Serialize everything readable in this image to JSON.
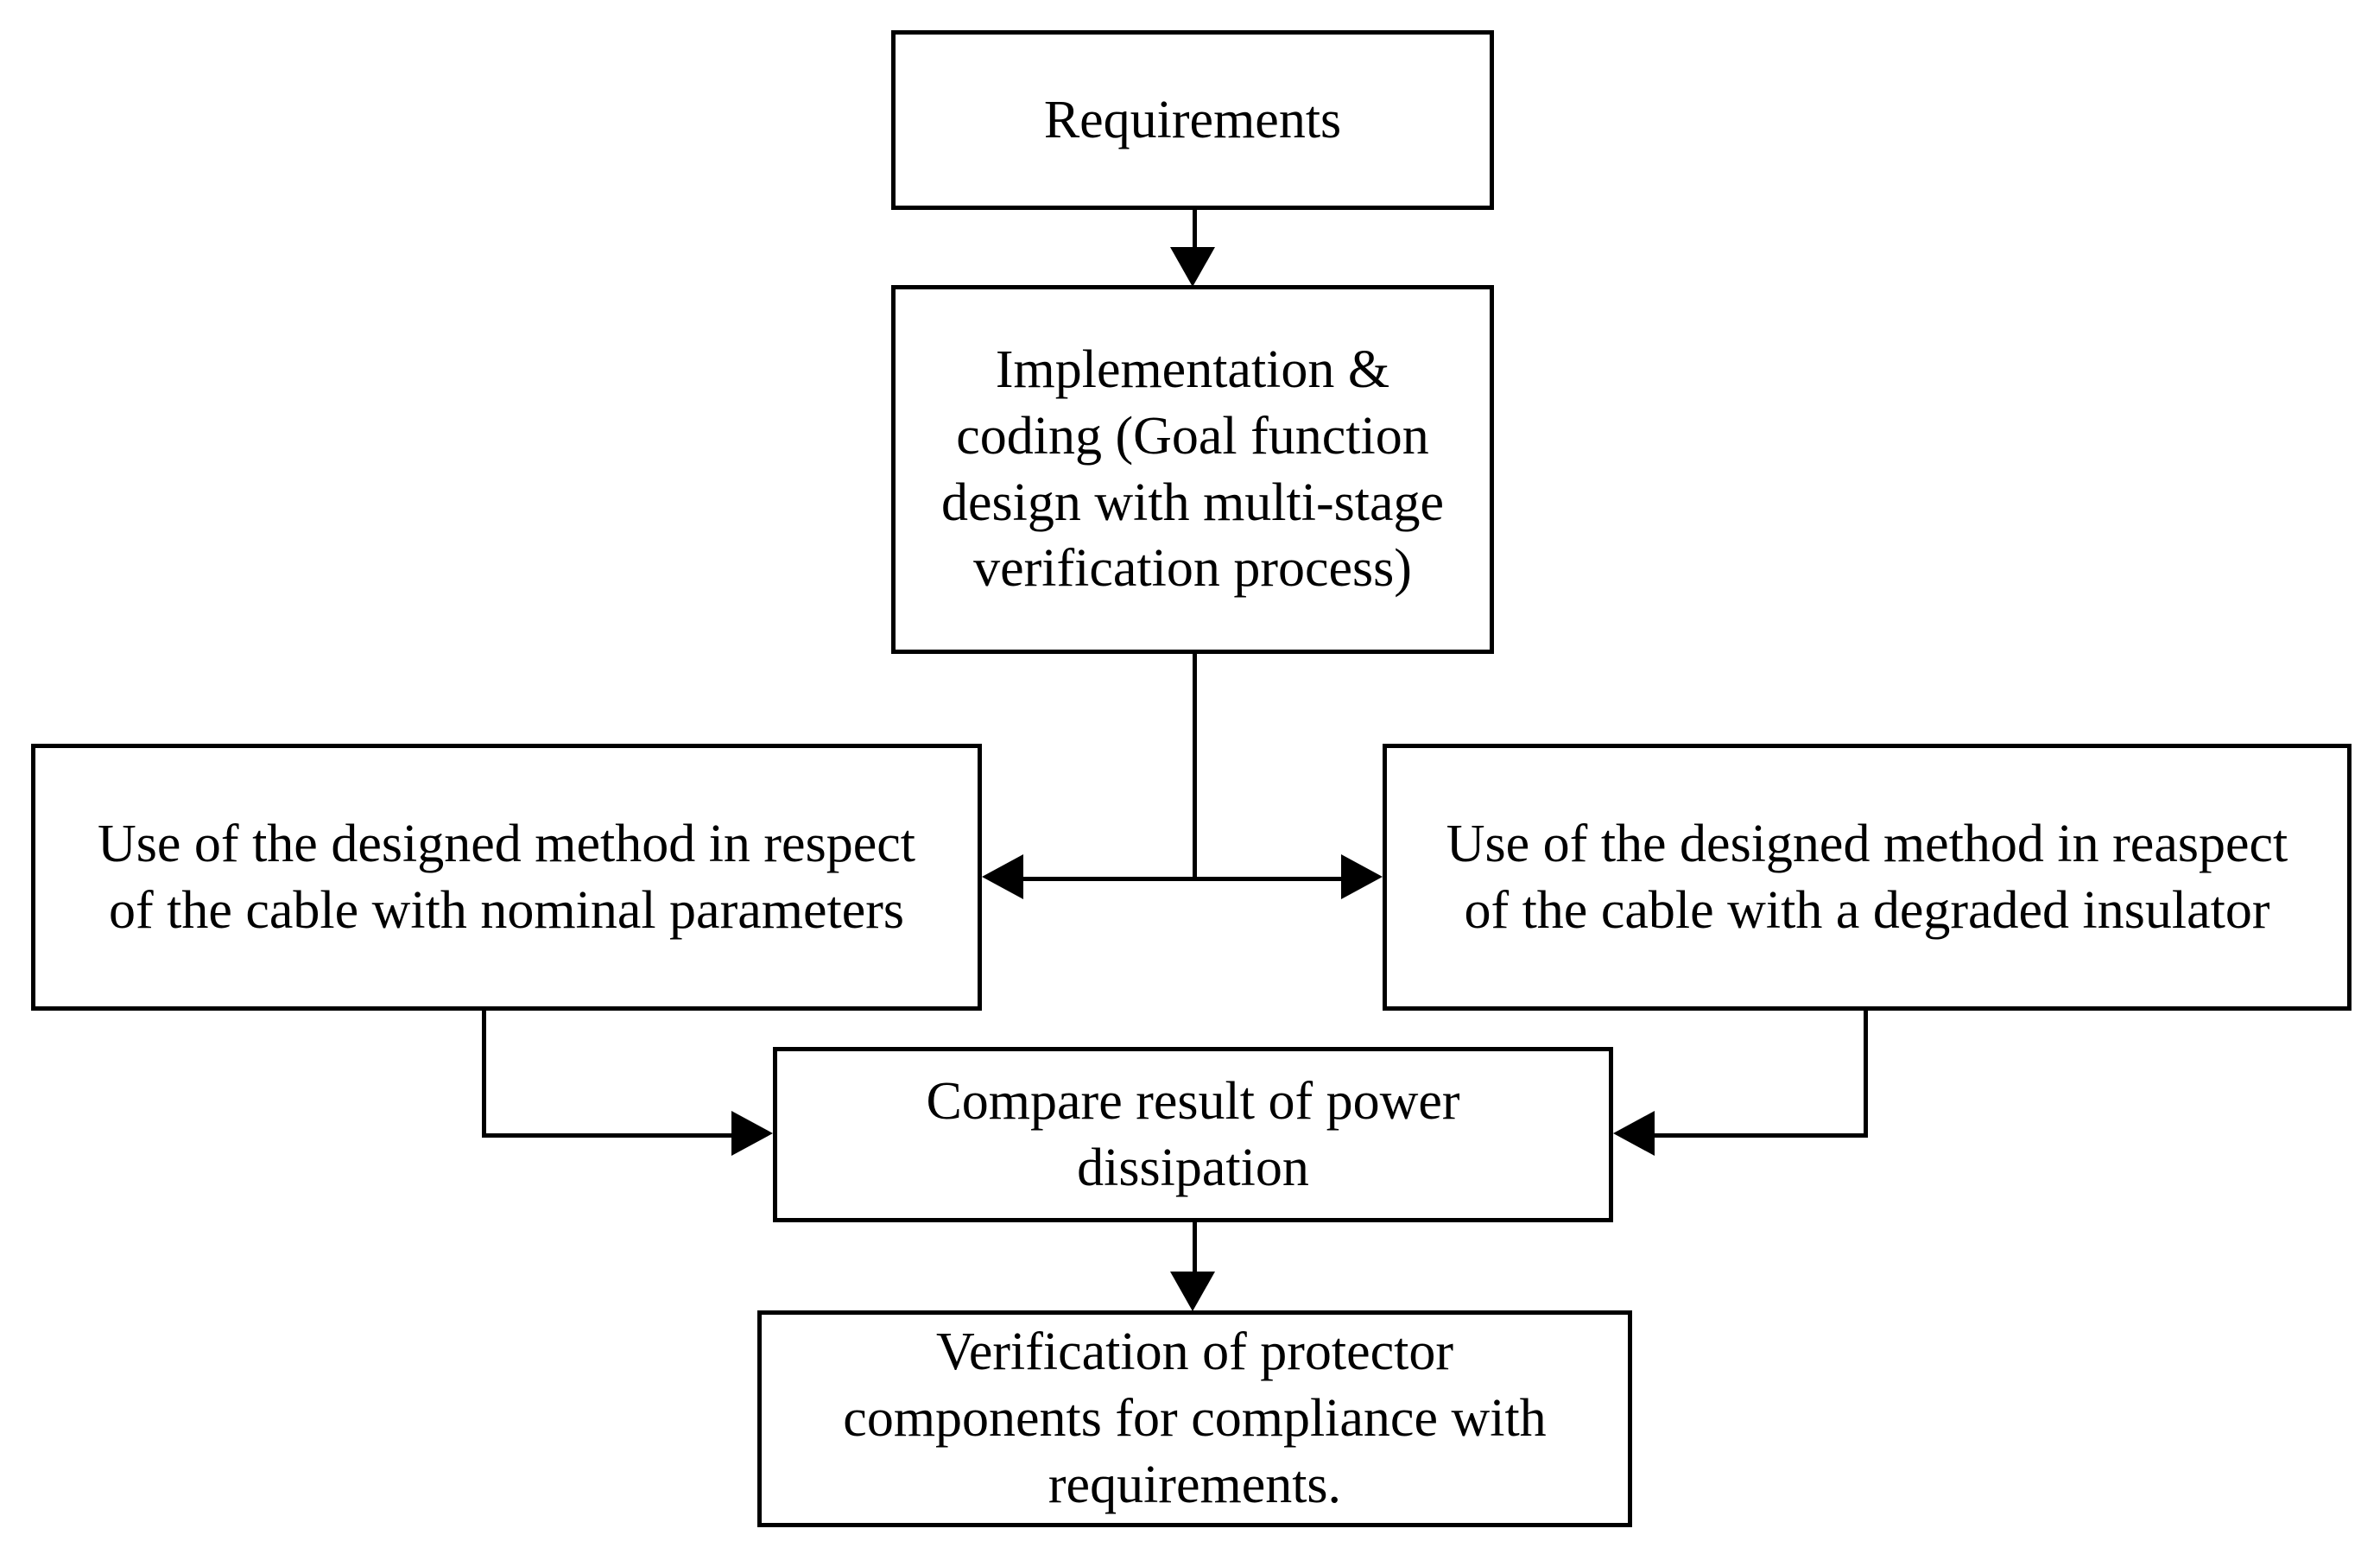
{
  "diagram": {
    "title": "Design and verification workflow flowchart",
    "background_color": "#ffffff",
    "line_color": "#000000",
    "nodes": {
      "requirements": {
        "label": "Requirements"
      },
      "implementation": {
        "label": "Implementation &\ncoding (Goal function\ndesign with multi-stage\nverification process)"
      },
      "nominal": {
        "label": "Use of the designed method in respect\nof the cable with nominal parameters"
      },
      "degraded": {
        "label": "Use of the designed method in reaspect\nof the cable with a degraded insulator"
      },
      "compare": {
        "label": "Compare result of power\ndissipation"
      },
      "verification": {
        "label": "Verification of protector\ncomponents for compliance with\nrequirements."
      }
    },
    "edges": [
      {
        "id": "req-to-impl",
        "from": "requirements",
        "to": "implementation",
        "arrowheads": "down"
      },
      {
        "id": "impl-to-nominal",
        "from": "implementation",
        "to": "nominal",
        "arrowheads": "left"
      },
      {
        "id": "impl-to-degraded",
        "from": "implementation",
        "to": "degraded",
        "arrowheads": "right"
      },
      {
        "id": "nominal-to-compare",
        "from": "nominal",
        "to": "compare",
        "arrowheads": "right"
      },
      {
        "id": "degraded-to-compare",
        "from": "degraded",
        "to": "compare",
        "arrowheads": "left"
      },
      {
        "id": "compare-to-verification",
        "from": "compare",
        "to": "verification",
        "arrowheads": "down"
      }
    ]
  }
}
